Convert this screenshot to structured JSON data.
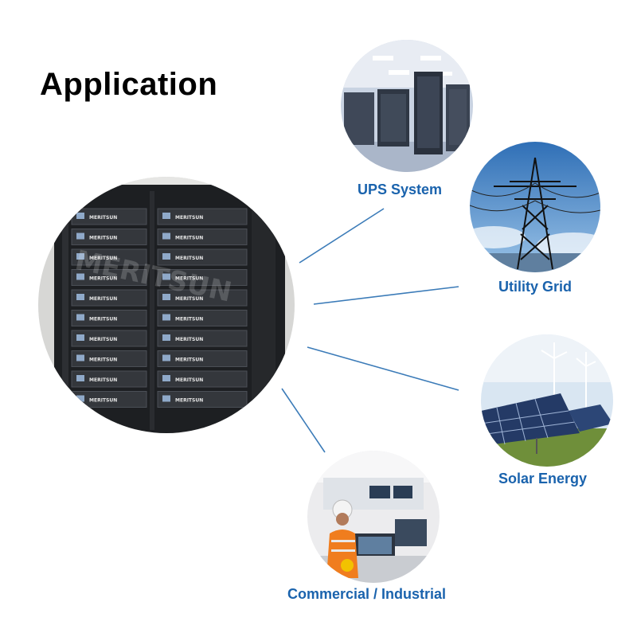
{
  "title": "Application",
  "brand": "MERITSUN",
  "accent_color": "#1a63ad",
  "line_color": "#3b7bb8",
  "applications": [
    {
      "label": "UPS System",
      "icon": "server-room-photo"
    },
    {
      "label": "Utility Grid",
      "icon": "power-tower-photo"
    },
    {
      "label": "Solar Energy",
      "icon": "solar-wind-photo"
    },
    {
      "label": "Commercial / Industrial",
      "icon": "control-room-photo"
    }
  ]
}
